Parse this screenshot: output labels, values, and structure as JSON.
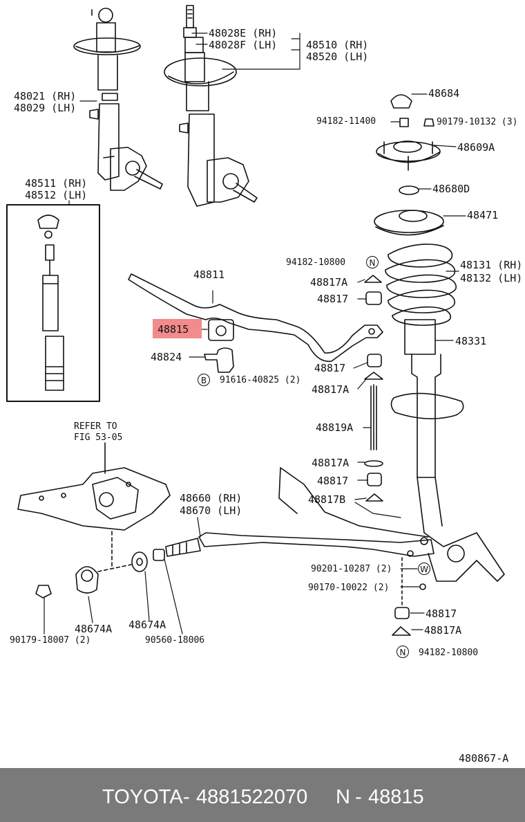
{
  "labels": {
    "l48028e": "48028E (RH)",
    "l48028f": "48028F (LH)",
    "l48510": "48510 (RH)",
    "l48520": "48520 (LH)",
    "l48021": "48021 (RH)",
    "l48029": "48029 (LH)",
    "l48684": "48684",
    "l94182_11400": "94182-11400",
    "l90179_10132": "90179-10132 (3)",
    "l48609a": "48609A",
    "l48511": "48511 (RH)",
    "l48512": "48512 (LH)",
    "l48680d": "48680D",
    "l48471": "48471",
    "l94182_10800a": "94182-10800",
    "l48811": "48811",
    "l48817a_1": "48817A",
    "l48131": "48131 (RH)",
    "l48132": "48132 (LH)",
    "l48817_1": "48817",
    "l48815": "48815",
    "l48331": "48331",
    "l48824": "48824",
    "l48817_2": "48817",
    "l91616": "91616-40825 (2)",
    "l48817a_2": "48817A",
    "l48819a": "48819A",
    "l_refer": "REFER TO",
    "l_fig": "FIG 53-05",
    "l48817a_3": "48817A",
    "l48817_3": "48817",
    "l48660": "48660 (RH)",
    "l48670": "48670 (LH)",
    "l48817b": "48817B",
    "l90201": "90201-10287 (2)",
    "l90170": "90170-10022 (2)",
    "l48817_4": "48817",
    "l48817a_4": "48817A",
    "l48674a_1": "48674A",
    "l48674a_2": "48674A",
    "l90179_18007": "90179-18007 (2)",
    "l90560": "90560-18006",
    "l94182_10800b": "94182-10800",
    "l_ref": "480867-A"
  },
  "circles": {
    "n_top": "N",
    "b": "B",
    "w": "W",
    "n_bottom": "N"
  },
  "highlight": {
    "part": "48815",
    "color": "#f28b8b"
  },
  "footer": {
    "brand": "TOYOTA",
    "sep1": "-",
    "part_number": "4881522070",
    "code": "N",
    "sep2": "-",
    "ref": "48815"
  }
}
